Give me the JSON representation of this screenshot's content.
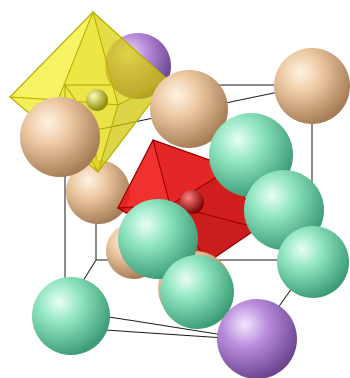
{
  "structure": {
    "colors": {
      "cell_edge": "#1a1a1a",
      "tan_atom": "#e9c39c",
      "mint_atom": "#86e0b9",
      "purple_atom": "#b486d8",
      "octahedron_yellow": "#e8e000",
      "octahedron_red": "#e31212"
    },
    "polyhedra": [
      {
        "name": "yellow-octahedron",
        "color_key": "octahedron_yellow"
      },
      {
        "name": "red-octahedron",
        "color_key": "octahedron_red"
      }
    ],
    "atom_species": [
      "tan-atom",
      "mint-atom",
      "purple-atom"
    ]
  }
}
